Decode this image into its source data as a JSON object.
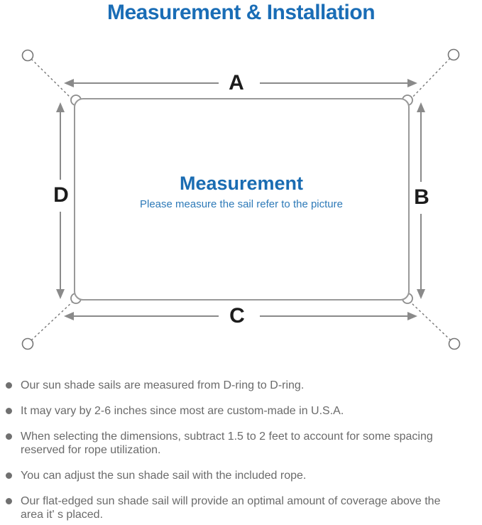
{
  "page": {
    "title": "Measurement & Installation"
  },
  "diagram": {
    "labels": {
      "top": "A",
      "right": "B",
      "bottom": "C",
      "left": "D"
    },
    "center": {
      "title": "Measurement",
      "subtitle": "Please measure the sail refer to the picture"
    },
    "colors": {
      "title_blue": "#1a6db6",
      "center_blue": "#1a6cb2",
      "subtitle_blue": "#2e7ab8",
      "line_gray": "#8a8a8a",
      "note_gray": "#6a6a6a"
    }
  },
  "notes": {
    "items": [
      "Our sun shade sails are measured from D-ring to D-ring.",
      "It may vary by 2-6 inches since most are custom-made in U.S.A.",
      "When selecting the dimensions, subtract 1.5 to 2 feet to account for some spacing reserved for rope utilization.",
      "You can adjust the sun shade sail with the included rope.",
      "Our flat-edged sun shade sail will provide an optimal amount of coverage above the area it' s placed."
    ]
  }
}
